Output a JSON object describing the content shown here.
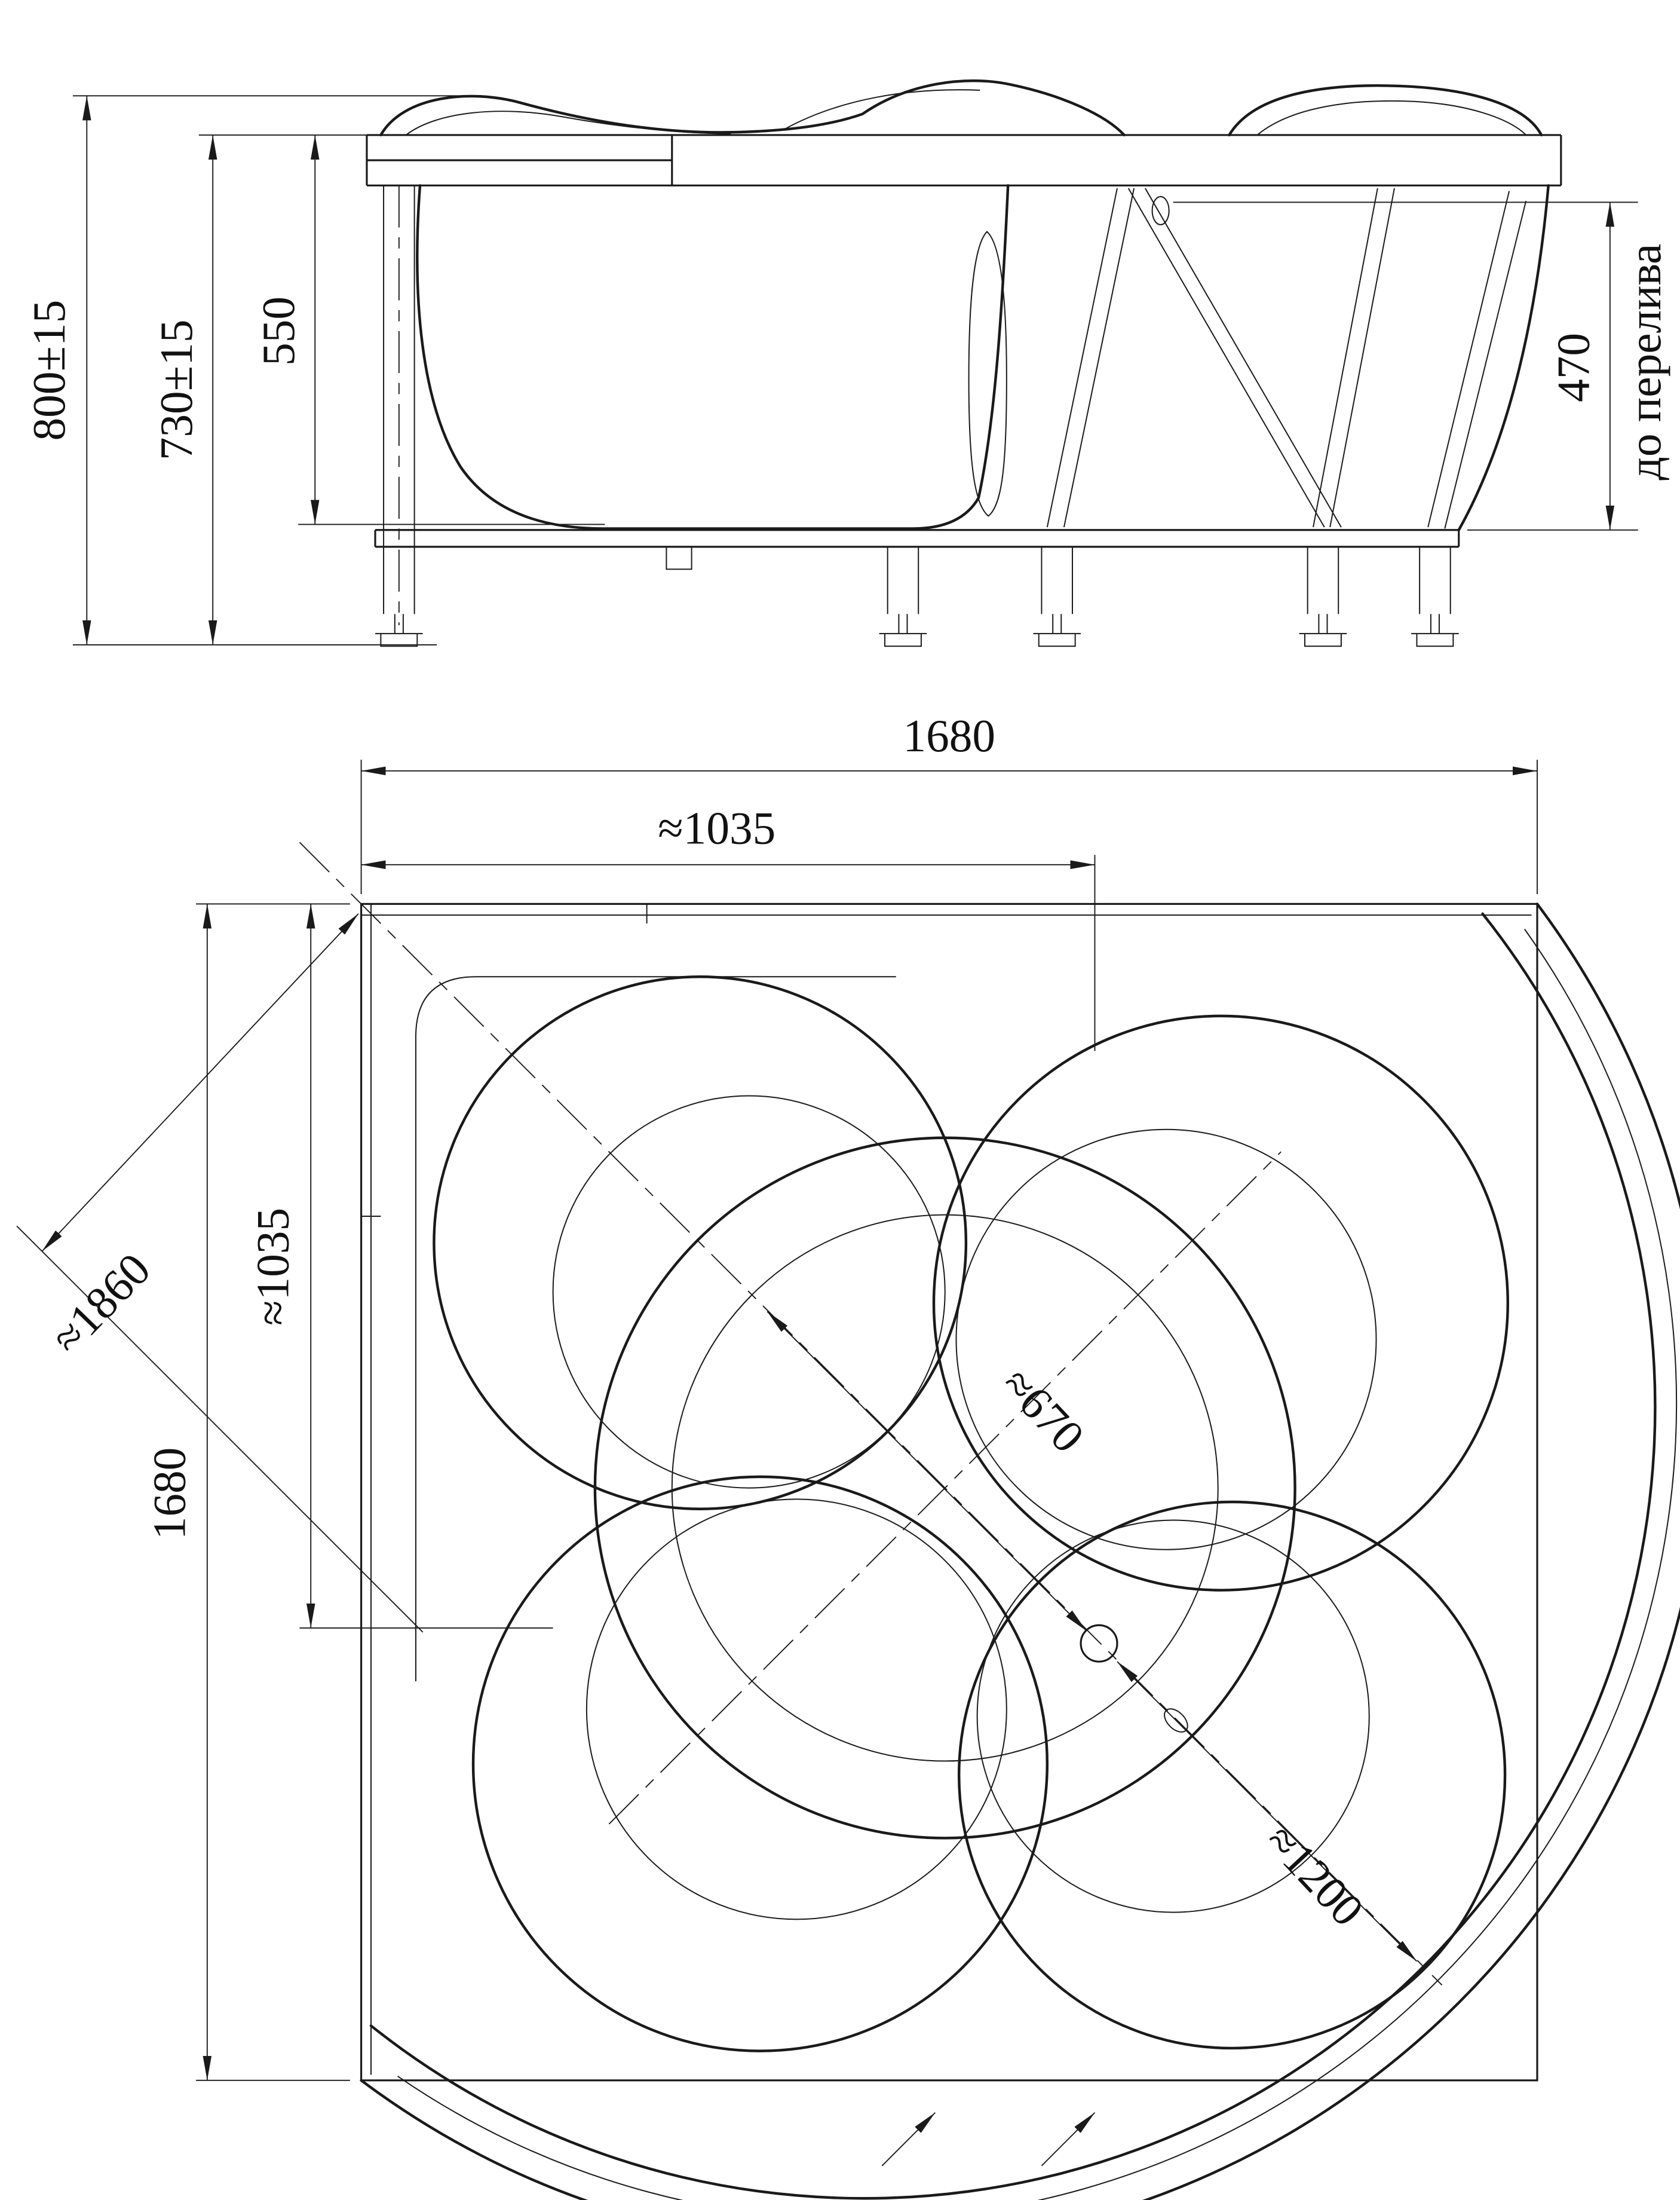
{
  "side_view": {
    "dims": {
      "overall_height": "800±15",
      "rim_height": "730±15",
      "inner_depth": "550",
      "overflow_height": "470",
      "overflow_note": "до перелива"
    }
  },
  "plan_view": {
    "dims": {
      "overall_width": "1680",
      "rim_center_from_left": "≈1035",
      "overall_depth": "1680",
      "rim_center_from_top": "≈1035",
      "diagonal_width": "≈1860",
      "drain_on_diagonal": "≈670",
      "front_edge_radius": "≈1200"
    }
  },
  "colors": {
    "line": "#1a1a1a",
    "background": "#ffffff"
  }
}
